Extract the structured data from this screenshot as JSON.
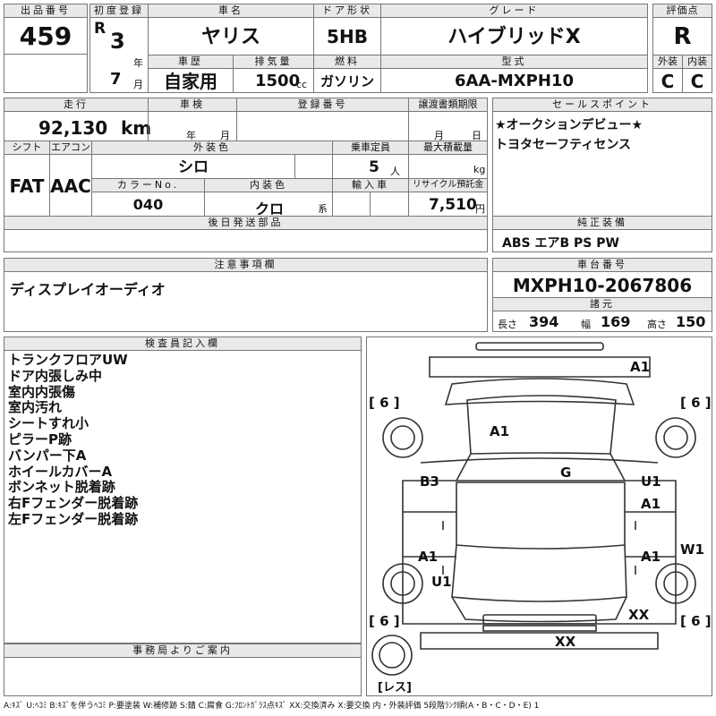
{
  "header": {
    "lot_label": "出品番号",
    "lot": "459",
    "first_reg_label": "初度登録",
    "era": "R",
    "year": "3",
    "year_unit": "年",
    "month": "7",
    "month_unit": "月",
    "car_name_label": "車名",
    "car_name": "ヤリス",
    "door_label": "ドア形状",
    "door": "5HB",
    "grade_label": "グレード",
    "grade": "ハイブリッドX",
    "score_label": "評価点",
    "score": "R",
    "history_label": "車歴",
    "history": "自家用",
    "displacement_label": "排気量",
    "displacement": "1500",
    "displacement_unit": "cc",
    "fuel_label": "燃料",
    "fuel": "ガソリン",
    "model_label": "型式",
    "model": "6AA-MXPH10",
    "ext_label": "外装",
    "ext": "C",
    "int_label": "内装",
    "int": "C"
  },
  "row2": {
    "mileage_label": "走行",
    "mileage": "92,130",
    "mileage_unit": "km",
    "inspection_label": "車検",
    "insp_year": "年",
    "insp_month": "月",
    "regno_label": "登録番号",
    "transfer_label": "譲渡書類期限",
    "tr_month": "月",
    "tr_day": "日",
    "shift_label": "シフト",
    "shift": "FAT",
    "ac_label": "エアコン",
    "ac": "AAC",
    "color_label": "外装色",
    "color": "シロ",
    "capacity_label": "乗車定員",
    "capacity": "5",
    "capacity_unit": "人",
    "load_label": "最大積載量",
    "load_unit": "kg",
    "colorno_label": "カラーNo.",
    "colorno": "040",
    "intcolor_label": "内装色",
    "intcolor": "クロ",
    "intcolor_unit": "系",
    "import_label": "輸入車",
    "recycle_label": "リサイクル預託金",
    "recycle": "7,510",
    "recycle_unit": "円",
    "later_label": "後日発送部品",
    "sales_label": "セールスポイント",
    "sales_lines": [
      "★オークションデビュー★",
      "トヨタセーフティセンス"
    ],
    "equip_label": "純正装備",
    "equip": "ABS エアB PS PW"
  },
  "notes": {
    "label": "注意事項欄",
    "text": "ディスプレイオーディオ",
    "chassis_label": "車台番号",
    "chassis": "MXPH10-2067806",
    "dims_label": "諸元",
    "length_label": "長さ",
    "length": "394",
    "width_label": "幅",
    "width": "169",
    "height_label": "高さ",
    "height": "150"
  },
  "inspector": {
    "label": "検査員記入欄",
    "lines": [
      "トランクフロアUW",
      "ドア内張しみ中",
      "室内内張傷",
      "室内汚れ",
      "シートすれ小",
      "ピラーP跡",
      "バンパー下A",
      "ホイールカバーA",
      "ボンネット脱着跡",
      "右Fフェンダー脱着跡",
      "左Fフェンダー脱着跡"
    ]
  },
  "office": {
    "label": "事務局よりご案内"
  },
  "diagram": {
    "marks": [
      "A1",
      "[ 6 ]",
      "[ 6 ]",
      "A1",
      "G",
      "B3",
      "U1",
      "A1",
      "W1",
      "A1",
      "A1",
      "U1",
      "[ 6 ]",
      "XX",
      "[ 6 ]",
      "XX",
      "[レス]"
    ]
  },
  "legend": "A:ｷｽﾞ U:ﾍｺﾐ B:ｷｽﾞを伴うﾍｺﾐ P:要塗装 W:補修跡 S:錆 C:腐食 G:ﾌﾛﾝﾄｶﾞﾗｽ点ｷｽﾞ XX:交換済み X:要交換 内・外装評価 5段階ﾗﾝｸ順(A・B・C・D・E) 1"
}
